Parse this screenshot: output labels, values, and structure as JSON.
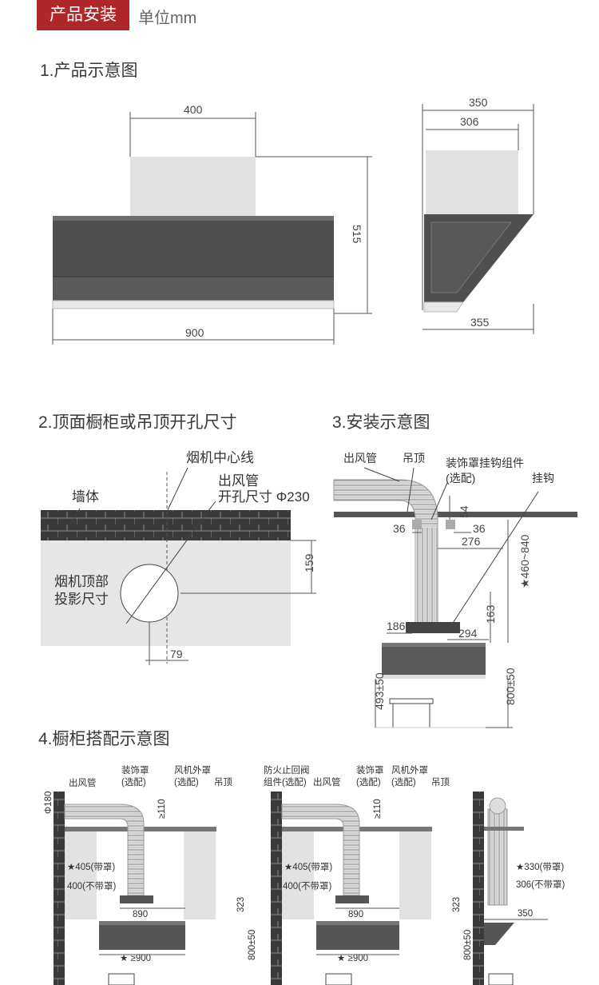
{
  "header": {
    "tag": "产品安装",
    "unit": "单位mm"
  },
  "sections": {
    "s1": "1.产品示意图",
    "s2": "2.顶面橱柜或吊顶开孔尺寸",
    "s3": "3.安装示意图",
    "s4": "4.橱柜搭配示意图"
  },
  "fig1": {
    "top_width": "400",
    "height": "515",
    "width": "900",
    "side_top_outer": "350",
    "side_top_inner": "306",
    "side_bottom": "355"
  },
  "fig2": {
    "centerline": "烟机中心线",
    "wall": "墙体",
    "duct1": "出风管",
    "duct2": "开孔尺寸 Φ230",
    "projection1": "烟机顶部",
    "projection2": "投影尺寸",
    "d159": "159",
    "d79": "79"
  },
  "fig3": {
    "duct": "出风管",
    "ceiling": "吊顶",
    "bracket1": "装饰罩挂钩组件",
    "bracket2": "(选配)",
    "hook": "挂钩",
    "d54": "54",
    "d36a": "36",
    "d36b": "36",
    "d276": "276",
    "d460": "★460~840",
    "d163": "163",
    "d186": "186",
    "d294": "294",
    "d800": "800±50",
    "d493": "493±50"
  },
  "fig4": {
    "a": {
      "phi": "Φ180",
      "duct": "出风管",
      "cover1": "装饰罩",
      "cover2": "(选配)",
      "fan1": "风机外罩",
      "fan2": "(选配)",
      "ceiling": "吊顶",
      "ge110": "≥110",
      "d405": "★405(带罩)",
      "d400": "400(不带罩)",
      "d890": "890",
      "d323": "323",
      "d900": "★ ≥900",
      "d800": "800±50"
    },
    "b": {
      "valve1": "防火止回阀",
      "valve2": "组件(选配)",
      "duct": "出风管",
      "cover1": "装饰罩",
      "cover2": "(选配)",
      "fan1": "风机外罩",
      "fan2": "(选配)",
      "ceiling": "吊顶",
      "ge110": "≥110",
      "d405": "★405(带罩)",
      "d400": "400(不带罩)",
      "d890": "890",
      "d323": "323",
      "d900": "★ ≥900",
      "d800": "800±50"
    },
    "c": {
      "d330": "★330(带罩)",
      "d306": "306(不带罩)",
      "d350": "350"
    }
  }
}
